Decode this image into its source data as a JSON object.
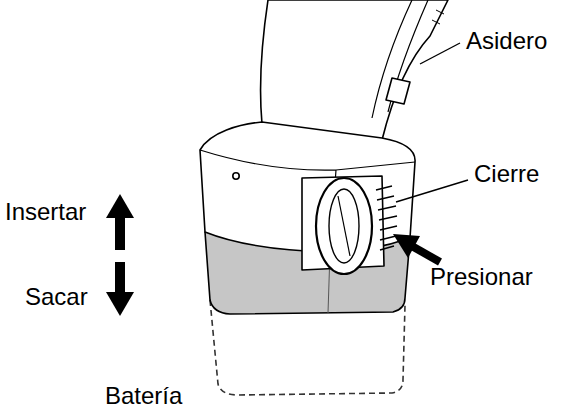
{
  "diagram": {
    "labels": [
      "Asidero",
      "Cierre",
      "Insertar",
      "Sacar",
      "Presionar",
      "Batería"
    ]
  }
}
